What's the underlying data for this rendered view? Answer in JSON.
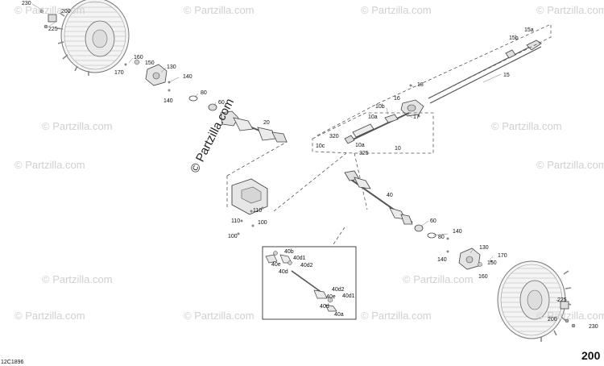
{
  "page_code": "200",
  "figure_id": "12C1896",
  "watermark": {
    "text": "© Partzilla.com",
    "center_text": "© Partzilla.com"
  },
  "labels": [
    {
      "id": "230-tl",
      "text": "230"
    },
    {
      "id": "200-tl",
      "text": "200"
    },
    {
      "id": "225-tl",
      "text": "225"
    },
    {
      "id": "160-l",
      "text": "160"
    },
    {
      "id": "150-l",
      "text": "150"
    },
    {
      "id": "130-l",
      "text": "130"
    },
    {
      "id": "170-l",
      "text": "170"
    },
    {
      "id": "140-la",
      "text": "140"
    },
    {
      "id": "140-lb",
      "text": "140"
    },
    {
      "id": "80-l",
      "text": "80"
    },
    {
      "id": "60-l",
      "text": "60"
    },
    {
      "id": "20",
      "text": "20"
    },
    {
      "id": "18",
      "text": "18"
    },
    {
      "id": "16",
      "text": "16"
    },
    {
      "id": "17",
      "text": "17"
    },
    {
      "id": "15",
      "text": "15"
    },
    {
      "id": "15a",
      "text": "15a"
    },
    {
      "id": "15b",
      "text": "15b"
    },
    {
      "id": "10b",
      "text": "10b"
    },
    {
      "id": "10a-u",
      "text": "10a"
    },
    {
      "id": "320",
      "text": "320"
    },
    {
      "id": "10c",
      "text": "10c"
    },
    {
      "id": "10a-d",
      "text": "10a"
    },
    {
      "id": "325",
      "text": "325"
    },
    {
      "id": "10",
      "text": "10"
    },
    {
      "id": "40",
      "text": "40"
    },
    {
      "id": "110-a",
      "text": "110"
    },
    {
      "id": "110-b",
      "text": "110"
    },
    {
      "id": "100-a",
      "text": "100"
    },
    {
      "id": "100-b",
      "text": "100"
    },
    {
      "id": "60-r",
      "text": "60"
    },
    {
      "id": "80-r",
      "text": "80"
    },
    {
      "id": "140-ra",
      "text": "140"
    },
    {
      "id": "140-rb",
      "text": "140"
    },
    {
      "id": "130-r",
      "text": "130"
    },
    {
      "id": "150-r",
      "text": "150"
    },
    {
      "id": "170-r",
      "text": "170"
    },
    {
      "id": "160-r",
      "text": "160"
    },
    {
      "id": "225-br",
      "text": "225"
    },
    {
      "id": "200-br",
      "text": "200"
    },
    {
      "id": "230-br",
      "text": "230"
    },
    {
      "id": "40b",
      "text": "40b"
    },
    {
      "id": "40e",
      "text": "40e"
    },
    {
      "id": "40d1-a",
      "text": "40d1"
    },
    {
      "id": "40d2-a",
      "text": "40d2"
    },
    {
      "id": "40d-a",
      "text": "40d"
    },
    {
      "id": "40d2-b",
      "text": "40d2"
    },
    {
      "id": "40e-b",
      "text": "40e"
    },
    {
      "id": "40d1-b",
      "text": "40d1"
    },
    {
      "id": "40d-b",
      "text": "40d"
    },
    {
      "id": "40a",
      "text": "40a"
    }
  ]
}
